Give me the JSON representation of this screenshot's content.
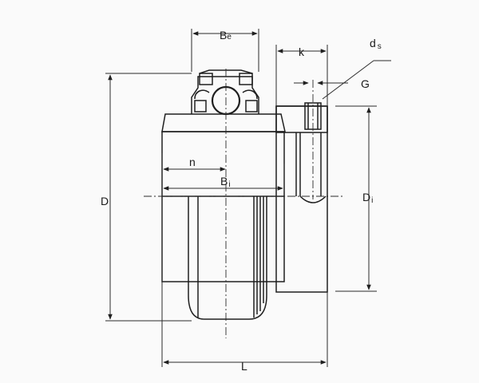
{
  "labels": {
    "Be": {
      "main": "B",
      "sub": "e"
    },
    "k": {
      "main": "k"
    },
    "ds": {
      "main": "d",
      "sub": "s"
    },
    "G": {
      "main": "G"
    },
    "n": {
      "main": "n"
    },
    "Bi": {
      "main": "B",
      "sub": "i"
    },
    "D": {
      "main": "D"
    },
    "Di": {
      "main": "D",
      "sub": "i"
    },
    "L": {
      "main": "L"
    }
  },
  "colors": {
    "line": "#1f1f1f",
    "hatch": "#3a3a3a",
    "background": "#fafafa"
  }
}
